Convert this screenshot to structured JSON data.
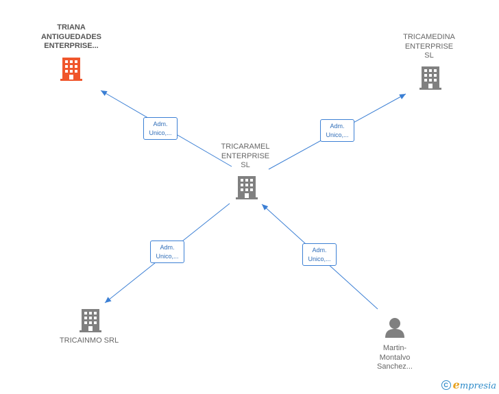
{
  "colors": {
    "edge": "#3b7fd4",
    "building_default": "#808080",
    "building_highlight": "#f0562c",
    "person": "#808080"
  },
  "nodes": {
    "triana": {
      "lines": [
        "TRIANA",
        "ANTIGUEDADES",
        "ENTERPRISE..."
      ],
      "icon": "building-icon"
    },
    "tricamedina": {
      "lines": [
        "TRICAMEDINA",
        "ENTERPRISE",
        "SL"
      ],
      "icon": "building-icon"
    },
    "tricaramel": {
      "lines": [
        "TRICARAMEL",
        "ENTERPRISE",
        "SL"
      ],
      "icon": "building-icon"
    },
    "tricainmo": {
      "lines": [
        "TRICAINMO SRL"
      ],
      "icon": "building-icon"
    },
    "martin": {
      "lines": [
        "Martin-",
        "Montalvo",
        "Sanchez..."
      ],
      "icon": "person-icon"
    }
  },
  "edges": {
    "to_triana": {
      "lines": [
        "Adm.",
        "Unico,..."
      ]
    },
    "to_tricamedina": {
      "lines": [
        "Adm.",
        "Unico,..."
      ]
    },
    "to_tricainmo": {
      "lines": [
        "Adm.",
        "Unico,..."
      ]
    },
    "from_martin": {
      "lines": [
        "Adm.",
        "Unico,..."
      ]
    }
  },
  "footer": {
    "copyright_symbol": "C",
    "brand_initial": "e",
    "brand_rest": "mpresia"
  }
}
